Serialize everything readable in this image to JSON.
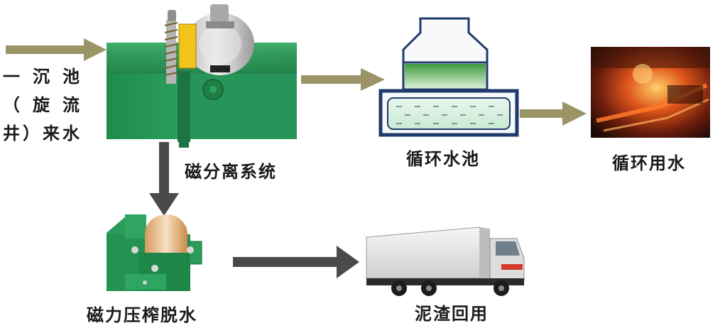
{
  "inlet_label_lines": [
    "一沉池",
    "（旋流",
    "井）来水"
  ],
  "nodes": {
    "magnetic_separation": "磁分离系统",
    "circulating_pool": "循环水池",
    "circulating_use": "循环用水",
    "press_dewatering": "磁力压榨脱水",
    "sludge_reuse": "泥渣回用"
  },
  "colors": {
    "flow_arrow_olive": "#9b9467",
    "flow_arrow_dark": "#4a4a4a",
    "equipment_green": "#2f9a5b",
    "pool_green": "#4fa14a",
    "pool_border": "#1f3a6b"
  }
}
